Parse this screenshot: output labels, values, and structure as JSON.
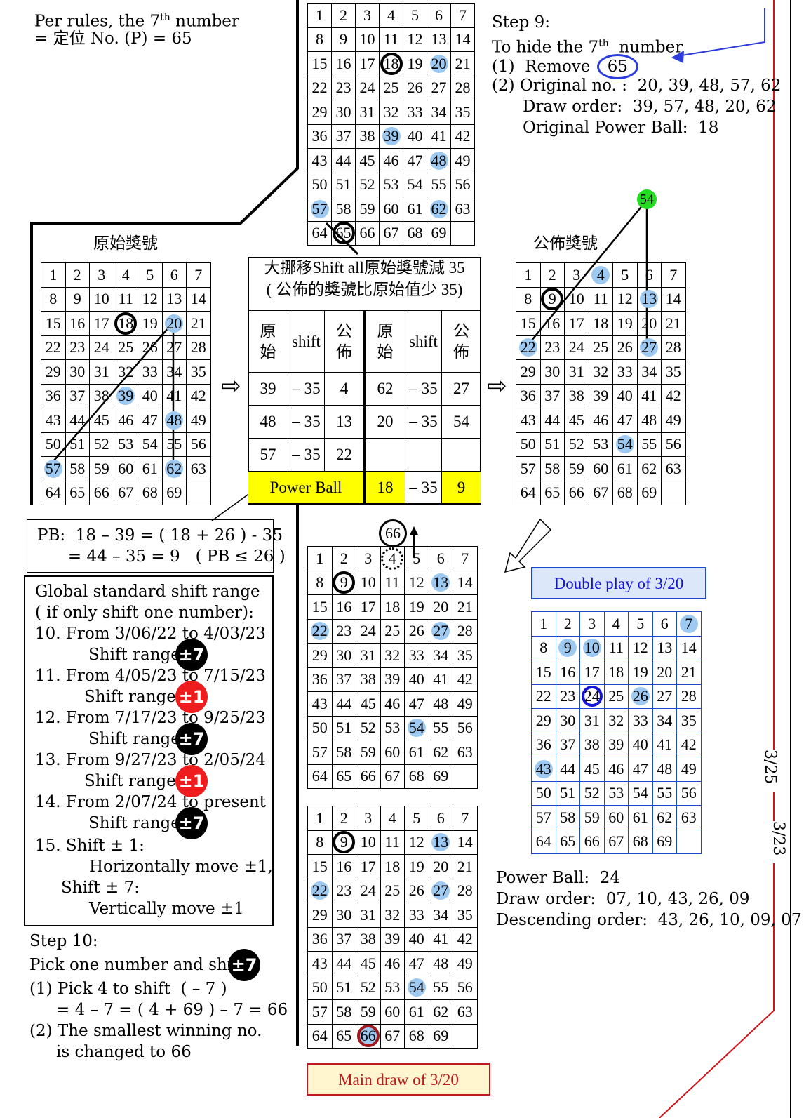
{
  "rules_text": {
    "line1_pre": "Per rules, the 7",
    "line1_sup": "th",
    "line1_post": " number",
    "line2": "= 定位 No. (P) = 65"
  },
  "step9": {
    "title": "Step 9:",
    "line1_pre": "To hide the 7",
    "line1_sup": "th",
    "line1_post": "  number",
    "remove_label": "(1)  Remove",
    "remove_value": "65",
    "original": "(2) Original no. :  20, 39, 48, 57, 62",
    "draw_order": "Draw order:  39, 57, 48, 20, 62",
    "powerball": "Original Power Ball:  18"
  },
  "label_original": "原始獎號",
  "label_published": "公佈獎號",
  "marker_54": "54",
  "shift_table": {
    "title1": "大挪移Shift all原始獎號減 35",
    "title2": "( 公佈的獎號比原始值少 35)",
    "h_orig": "原\n始",
    "h_shift": "shift",
    "h_pub": "公\n佈",
    "rows": [
      [
        "39",
        "– 35",
        "4",
        "62",
        "– 35",
        "27"
      ],
      [
        "48",
        "– 35",
        "13",
        "20",
        "– 35",
        "54"
      ],
      [
        "57",
        "– 35",
        "22",
        "",
        "",
        ""
      ]
    ],
    "pb_label": "Power Ball",
    "pb_orig": "18",
    "pb_shift": "– 35",
    "pb_pub": "9"
  },
  "arrow_glyph": "⇨",
  "pb_box": {
    "line1": "PB:  18 – 39 = ( 18 + 26 ) - 35",
    "line2": "      = 44 – 35 = 9   ( PB ≤ 26 )"
  },
  "global": {
    "l1": "Global standard shift range",
    "l2": "( if only shift one number):",
    "items": [
      {
        "from": "10. From 3/06/22 to 4/03/23",
        "range": "Shift range:",
        "badge": "±7"
      },
      {
        "from": "11. From 4/05/23 to 7/15/23",
        "range": "Shift range:",
        "badge": "±1"
      },
      {
        "from": "12. From 7/17/23 to 9/25/23",
        "range": "Shift range:",
        "badge": "±7"
      },
      {
        "from": "13. From 9/27/23 to 2/05/24",
        "range": "Shift range:",
        "badge": "±1"
      },
      {
        "from": "14. From 2/07/24 to present",
        "range": "Shift range:",
        "badge": "±7"
      }
    ],
    "s15": "15. Shift ± 1:",
    "s15a": "Horizontally move ±1,",
    "s15b": "Shift ± 7:",
    "s15c": "Vertically move ±1"
  },
  "step10": {
    "title": "Step 10:",
    "l1": "Pick one number and shift",
    "badge": "±7",
    "l2": "(1) Pick 4 to shift  ( – 7 )",
    "l3": "= 4 – 7 = ( 4 + 69 ) – 7 = 66",
    "l4": "(2) The smallest winning no.",
    "l5": "is changed to 66"
  },
  "marker_66": "66",
  "double_play_label": "Double play of 3/20",
  "main_draw_label": "Main draw of 3/20",
  "dp_info": {
    "pb": "Power Ball:  24",
    "draw": "Draw order:  07, 10, 43, 26, 09",
    "desc": "Descending order:  43, 26, 10, 09, 07"
  },
  "side_dates": {
    "d1": "3/25",
    "d2": "3/23"
  },
  "colors": {
    "highlight": "#9ec9f1",
    "blue_ring": "#1414d8",
    "red_line": "#d0141a",
    "green_marker": "#22dd22",
    "yellow": "#ffff00"
  }
}
